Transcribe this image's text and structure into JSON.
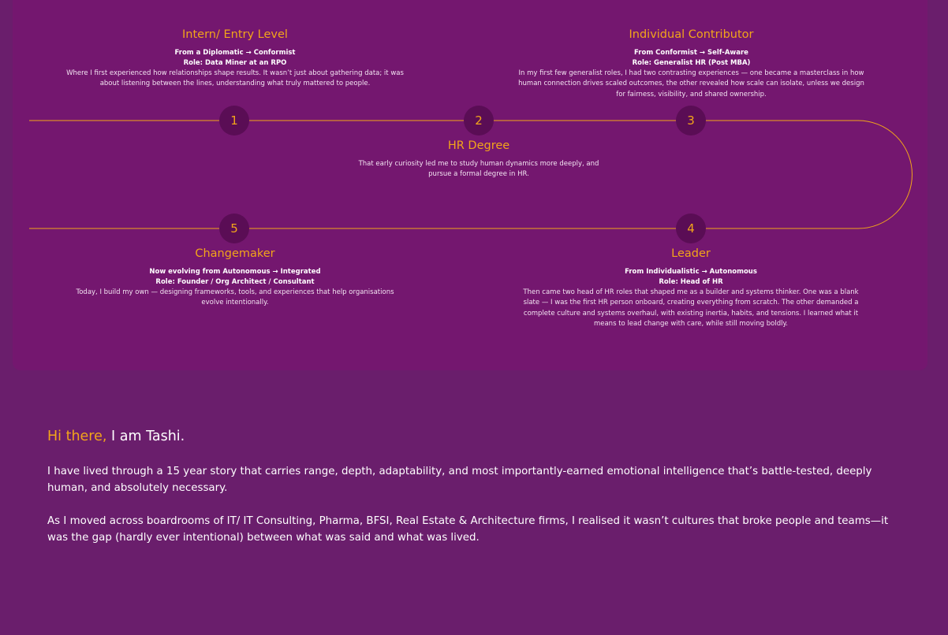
{
  "colors": {
    "background": "#6a1e6c",
    "card": "#74176f",
    "accent": "#f2a51a",
    "node_fill": "#5a0d55",
    "text": "#ffffff"
  },
  "timeline": {
    "stages": [
      {
        "number": "1",
        "title": "Intern/ Entry Level",
        "meta1": "From a Diplomatic → Conformist",
        "meta2": "Role: Data Miner at an RPO",
        "description": "Where I first experienced how relationships shape results. It wasn’t just about gathering data; it was about listening between the lines, understanding what truly mattered to people."
      },
      {
        "number": "2",
        "title": "HR Degree",
        "meta1": "",
        "meta2": "",
        "description": "That early curiosity led me to study human dynamics more deeply, and pursue a formal degree in HR."
      },
      {
        "number": "3",
        "title": "Individual Contributor",
        "meta1": "From Conformist → Self-Aware",
        "meta2": "Role: Generalist HR (Post MBA)",
        "description": "In my first few generalist roles, I had two contrasting experiences — one became a masterclass in how human connection drives scaled outcomes, the other revealed how scale can isolate, unless we design for fairness, visibility, and shared ownership."
      },
      {
        "number": "4",
        "title": "Leader",
        "meta1": "From Individualistic → Autonomous",
        "meta2": "Role: Head of HR",
        "description": "Then came two head of HR roles that shaped me as a builder and systems thinker. One was a blank slate — I was the first HR person onboard, creating everything from scratch. The other demanded a complete culture and systems overhaul, with existing inertia, habits, and tensions. I learned what it means to lead change with care, while still moving boldly."
      },
      {
        "number": "5",
        "title": "Changemaker",
        "meta1": "Now evolving from Autonomous → Integrated",
        "meta2": "Role: Founder / Org Architect / Consultant",
        "description": "Today, I build my own — designing frameworks, tools, and experiences that help organisations evolve intentionally."
      }
    ]
  },
  "intro": {
    "greeting": "Hi there,",
    "name_line": " I am Tashi.",
    "paragraph1": "I have lived through a 15 year story that carries range, depth, adaptability, and most importantly-earned emotional intelligence that’s battle-tested, deeply human, and absolutely necessary.",
    "paragraph2": "As I moved across boardrooms of IT/ IT Consulting, Pharma, BFSI, Real Estate & Architecture firms, I realised it wasn’t cultures that broke people and teams—it was the gap (hardly ever intentional) between what was said and what was lived."
  }
}
